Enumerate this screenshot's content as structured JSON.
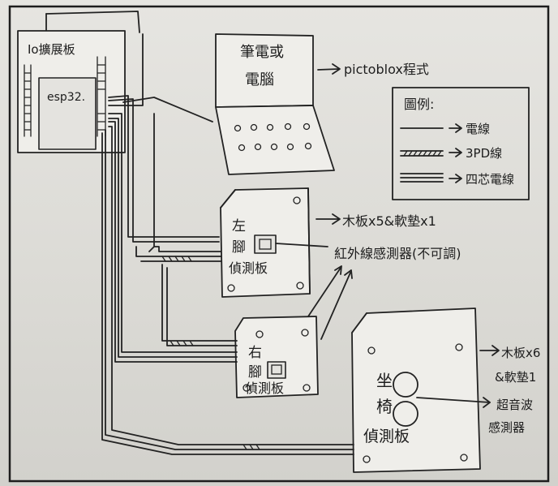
{
  "labels": {
    "io_board": "Io擴展板",
    "esp32": "esp32.",
    "laptop_line1": "筆電或",
    "laptop_line2": "電腦",
    "pictoblox": "pictoblox程式",
    "legend_title": "圖例:",
    "legend_wire": "電線",
    "legend_dupont": "3PD線",
    "legend_four": "四芯電線",
    "left_board": [
      "左",
      "腳",
      "偵測板"
    ],
    "left_material": "木板x5&軟墊x1",
    "ir_sensor": "紅外線感測器(不可調)",
    "right_board": [
      "右",
      "腳",
      "偵測板"
    ],
    "seat_board": [
      "坐",
      "椅",
      "偵測板"
    ],
    "seat_material_line1": "木板x6",
    "seat_material_line2": "&軟墊1",
    "ultrasonic_line1": "超音波",
    "ultrasonic_line2": "感測器"
  }
}
